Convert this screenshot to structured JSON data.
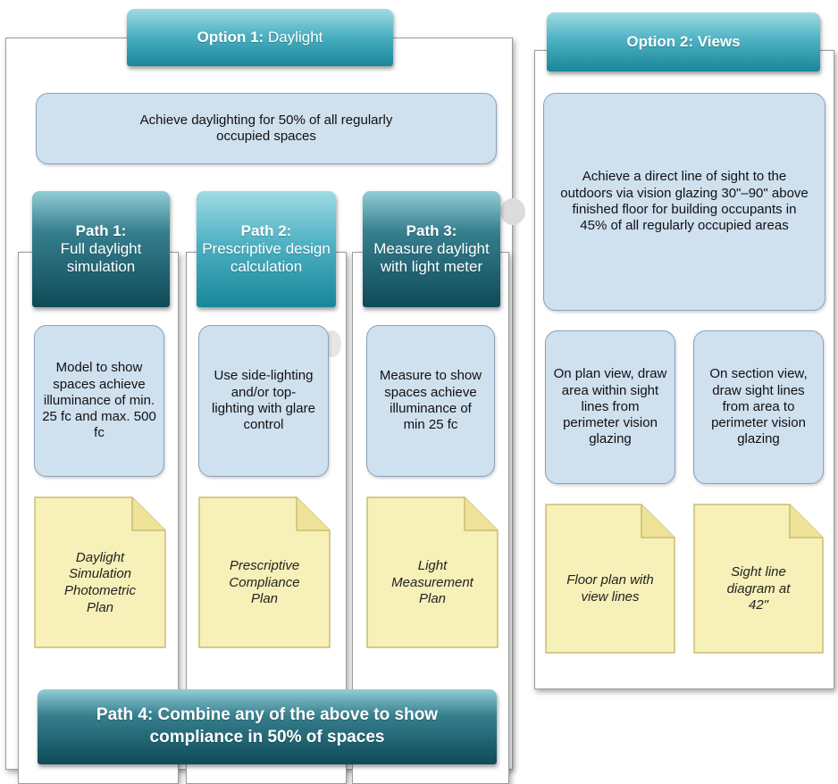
{
  "colors": {
    "header_teal_light": "#188699",
    "header_teal_dark": "#0f4a58",
    "bubble_fill": "#cfe0ef",
    "document_fill": "#f7f0b8"
  },
  "option1": {
    "label": "Option 1:",
    "title": "Daylight",
    "requirement": "Achieve daylighting for 50% of all regularly occupied spaces",
    "paths": [
      {
        "label": "Path 1:",
        "title": "Full daylight simulation",
        "method": "Model to show spaces achieve illuminance of min. 25 fc and max. 500 fc",
        "document": "Daylight Simulation Photometric Plan"
      },
      {
        "label": "Path 2:",
        "title": "Prescriptive design calculation",
        "method": "Use side-lighting and/or top-lighting with glare control",
        "document": "Prescriptive Compliance Plan"
      },
      {
        "label": "Path 3:",
        "title": "Measure daylight with light meter",
        "method": "Measure to show spaces achieve illuminance of min 25 fc",
        "document": "Light Measurement Plan"
      }
    ],
    "path4": "Path 4: Combine any of the above to show compliance in 50% of spaces"
  },
  "option2": {
    "title": "Option 2: Views",
    "requirement": "Achieve a direct line of sight to the outdoors via vision glazing 30\"–90\" above finished floor for building occupants in 45% of all regularly occupied areas",
    "methods": [
      {
        "text": "On plan view, draw area within sight lines from perimeter vision glazing",
        "document": "Floor plan with view lines"
      },
      {
        "text": "On section view, draw sight lines from area to perimeter vision glazing",
        "document": "Sight line diagram at 42\""
      }
    ]
  }
}
